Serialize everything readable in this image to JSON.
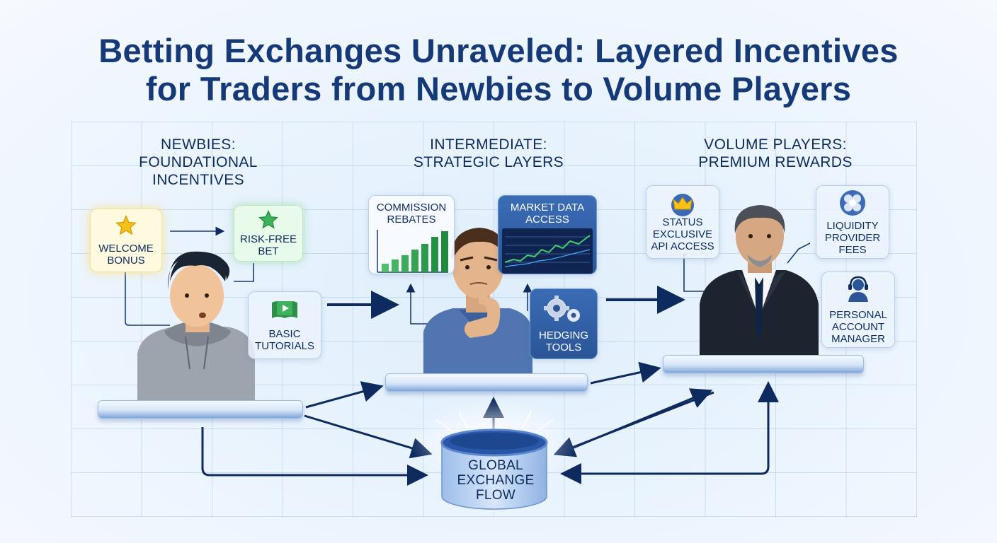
{
  "title_line1": "Betting Exchanges Unraveled: Layered Incentives",
  "title_line2": "for Traders from Newbies to Volume Players",
  "columns": {
    "newbies": {
      "line1": "NEWBIES:",
      "line2": "FOUNDATIONAL",
      "line3": "INCENTIVES"
    },
    "intermediate": {
      "line1": "INTERMEDIATE:",
      "line2": "STRATEGIC LAYERS"
    },
    "volume": {
      "line1": "VOLUME PLAYERS:",
      "line2": "PREMIUM REWARDS"
    }
  },
  "newbies_cards": {
    "welcome_bonus": [
      "WELCOME",
      "BONUS"
    ],
    "risk_free_bet": [
      "RISK-FREE",
      "BET"
    ],
    "basic_tutorials": [
      "BASIC",
      "TUTORIALS"
    ]
  },
  "intermediate_cards": {
    "commission_rebates": [
      "COMMISSION",
      "REBATES"
    ],
    "market_data_access": [
      "MARKET DATA",
      "ACCESS"
    ],
    "hedging_tools": [
      "HEDGING",
      "TOOLS"
    ]
  },
  "volume_cards": {
    "status": [
      "STATUS",
      "EXCLUSIVE",
      "API ACCESS"
    ],
    "liquidity_provider_fees": [
      "LIQUIDITY",
      "PROVIDER",
      "FEES"
    ],
    "personal_account_manager": [
      "PERSONAL",
      "ACCOUNT",
      "MANAGER"
    ]
  },
  "hub": [
    "GLOBAL",
    "EXCHANGE",
    "FLOW"
  ],
  "colors": {
    "navy": "#0d2b5e",
    "accent_blue": "#2b5597",
    "gold": "#f5c21b",
    "green": "#2fa84f"
  },
  "icons": {
    "welcome_bonus": "star-icon",
    "risk_free_bet": "star-icon",
    "basic_tutorials": "book-play-icon",
    "commission_rebates": "bar-chart-icon",
    "market_data_access": "stock-chart-icon",
    "hedging_tools": "gears-icon",
    "status": "crown-icon",
    "liquidity_provider_fees": "coins-icon",
    "personal_account_manager": "headset-icon"
  }
}
